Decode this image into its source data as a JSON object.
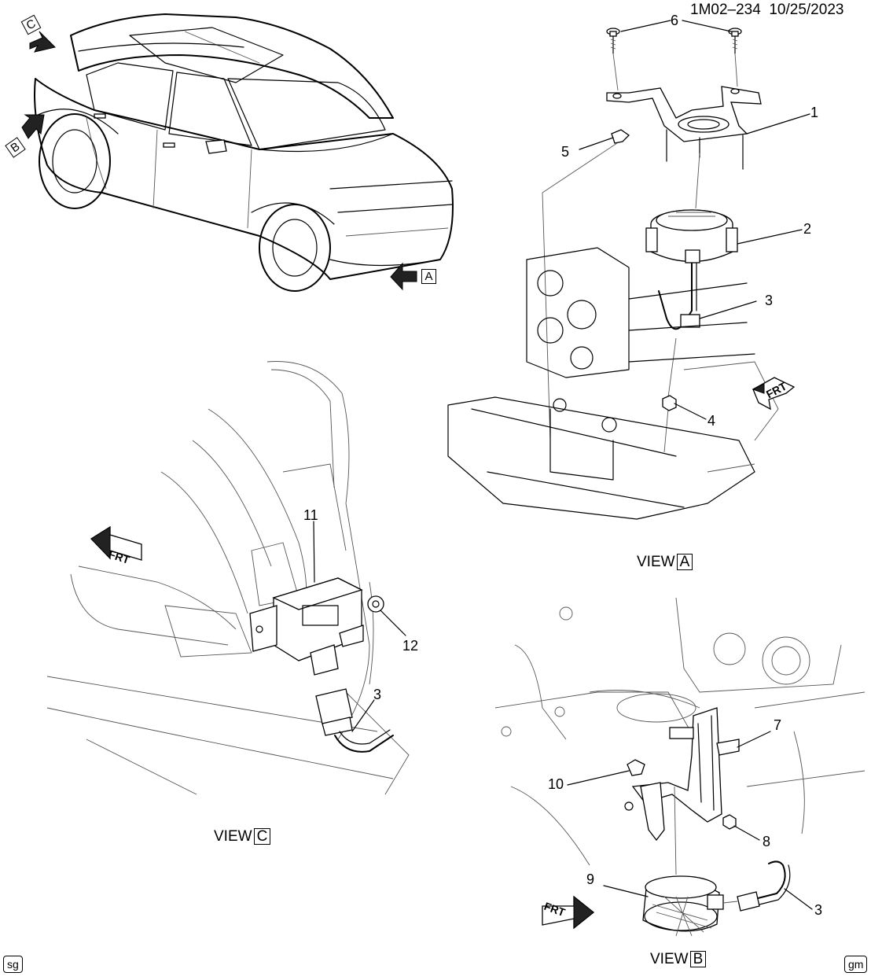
{
  "header": {
    "figure_id": "1M02–234",
    "date": "10/25/2023"
  },
  "view_tags": {
    "a": "A",
    "b": "B",
    "c": "C"
  },
  "views": {
    "a": {
      "prefix": "VIEW",
      "letter": "A"
    },
    "b": {
      "prefix": "VIEW",
      "letter": "B"
    },
    "c": {
      "prefix": "VIEW",
      "letter": "C"
    }
  },
  "callouts": {
    "c1": "1",
    "c2": "2",
    "c3a": "3",
    "c4": "4",
    "c5": "5",
    "c6": "6",
    "c7": "7",
    "c8": "8",
    "c9": "9",
    "c10": "10",
    "c3b": "3",
    "c11": "11",
    "c12": "12",
    "c3c": "3"
  },
  "frt_labels": {
    "a": "FRT",
    "b": "FRT",
    "c": "FRT"
  },
  "footer": {
    "left_mark": "sg",
    "right_mark": "gm"
  }
}
